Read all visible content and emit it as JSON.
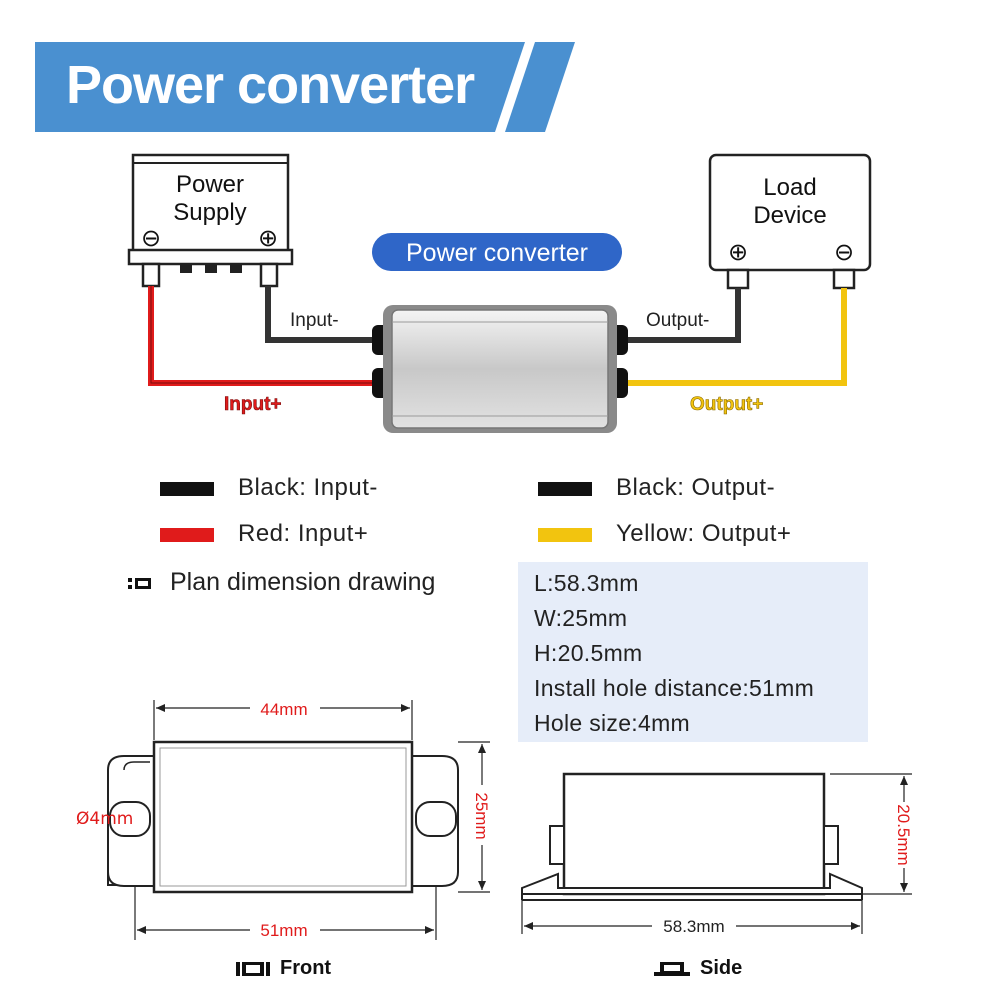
{
  "banner": {
    "title": "Power converter",
    "color": "#4a90d0"
  },
  "wiring": {
    "power_supply": {
      "label_line1": "Power",
      "label_line2": "Supply",
      "minus_symbol": "⊖",
      "plus_symbol": "⊕"
    },
    "load_device": {
      "label_line1": "Load",
      "label_line2": "Device",
      "plus_symbol": "⊕",
      "minus_symbol": "⊖"
    },
    "converter_badge": "Power converter",
    "input_minus_label": "Input-",
    "input_plus_label": "Input+",
    "output_minus_label": "Output-",
    "output_plus_label": "Output+",
    "colors": {
      "black_wire": "#333333",
      "red_wire": "#e01b1b",
      "yellow_wire": "#f2c40f",
      "badge": "#2f66c8"
    }
  },
  "legend": [
    {
      "color": "#111111",
      "text": "Black: Input-"
    },
    {
      "color": "#111111",
      "text": "Black: Output-"
    },
    {
      "color": "#e01b1b",
      "text": "Red: Input+"
    },
    {
      "color": "#f2c40f",
      "text": "Yellow: Output+"
    }
  ],
  "plan": {
    "title": "Plan dimension drawing",
    "icon": "drawing-icon"
  },
  "specs": [
    "L:58.3mm",
    "W:25mm",
    "H:20.5mm",
    "Install hole distance:51mm",
    "Hole size:4mm"
  ],
  "front_view": {
    "top_dim": "44mm",
    "bottom_dim": "51mm",
    "right_dim": "25mm",
    "hole_dim": "Ø4mm",
    "label": "Front",
    "dim_color": "#e01b1b"
  },
  "side_view": {
    "length_dim": "58.3mm",
    "height_dim": "20.5mm",
    "label": "Side"
  }
}
